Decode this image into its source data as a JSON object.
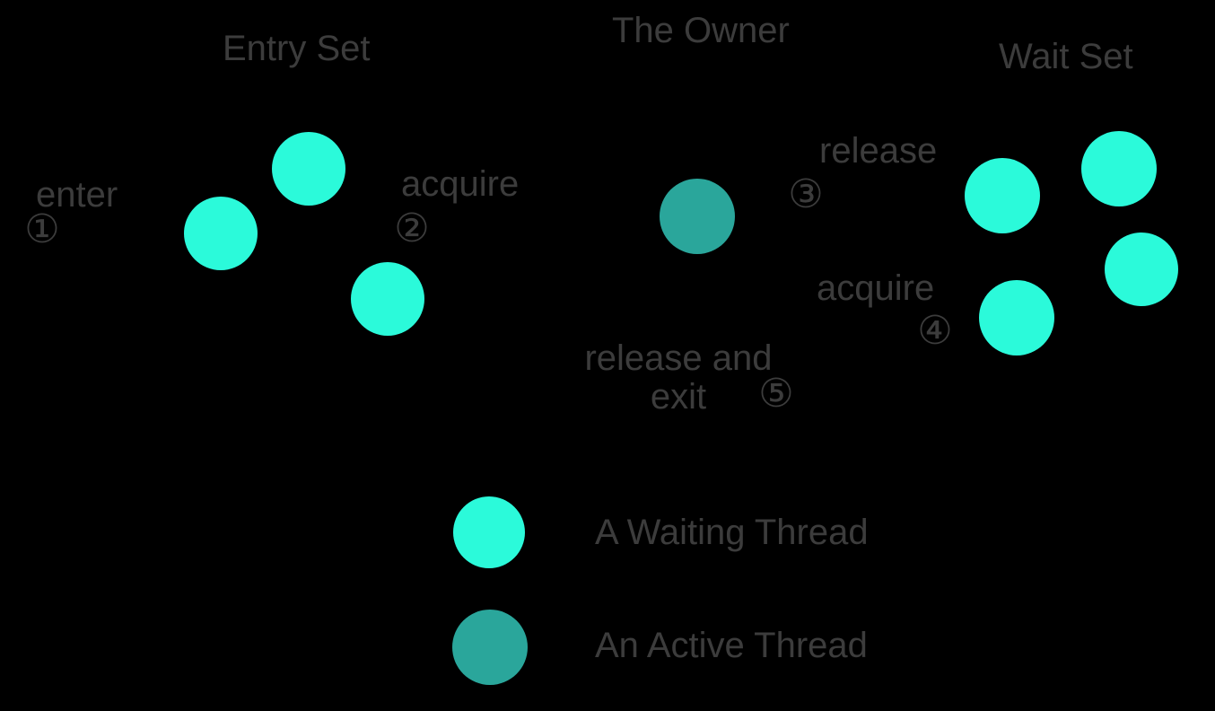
{
  "diagram": {
    "titles": {
      "entry_set": "Entry Set",
      "owner": "The Owner",
      "wait_set": "Wait Set"
    },
    "steps": {
      "enter": {
        "label": "enter",
        "number": "①"
      },
      "acquire_entry": {
        "label": "acquire",
        "number": "②"
      },
      "release": {
        "label": "release",
        "number": "③"
      },
      "acquire_wait": {
        "label": "acquire",
        "number": "④"
      },
      "release_exit": {
        "label_line1": "release and",
        "label_line2": "exit",
        "number": "⑤"
      }
    },
    "legend": {
      "waiting": {
        "label": "A Waiting Thread"
      },
      "active": {
        "label": "An Active Thread"
      }
    },
    "thread_counts": {
      "entry_set": 3,
      "owner": 1,
      "wait_set": 4
    },
    "colors": {
      "background": "#000000",
      "text": "#3C3C3C",
      "waiting_thread": "#2BFADA",
      "active_thread": "#2AA69B"
    }
  }
}
